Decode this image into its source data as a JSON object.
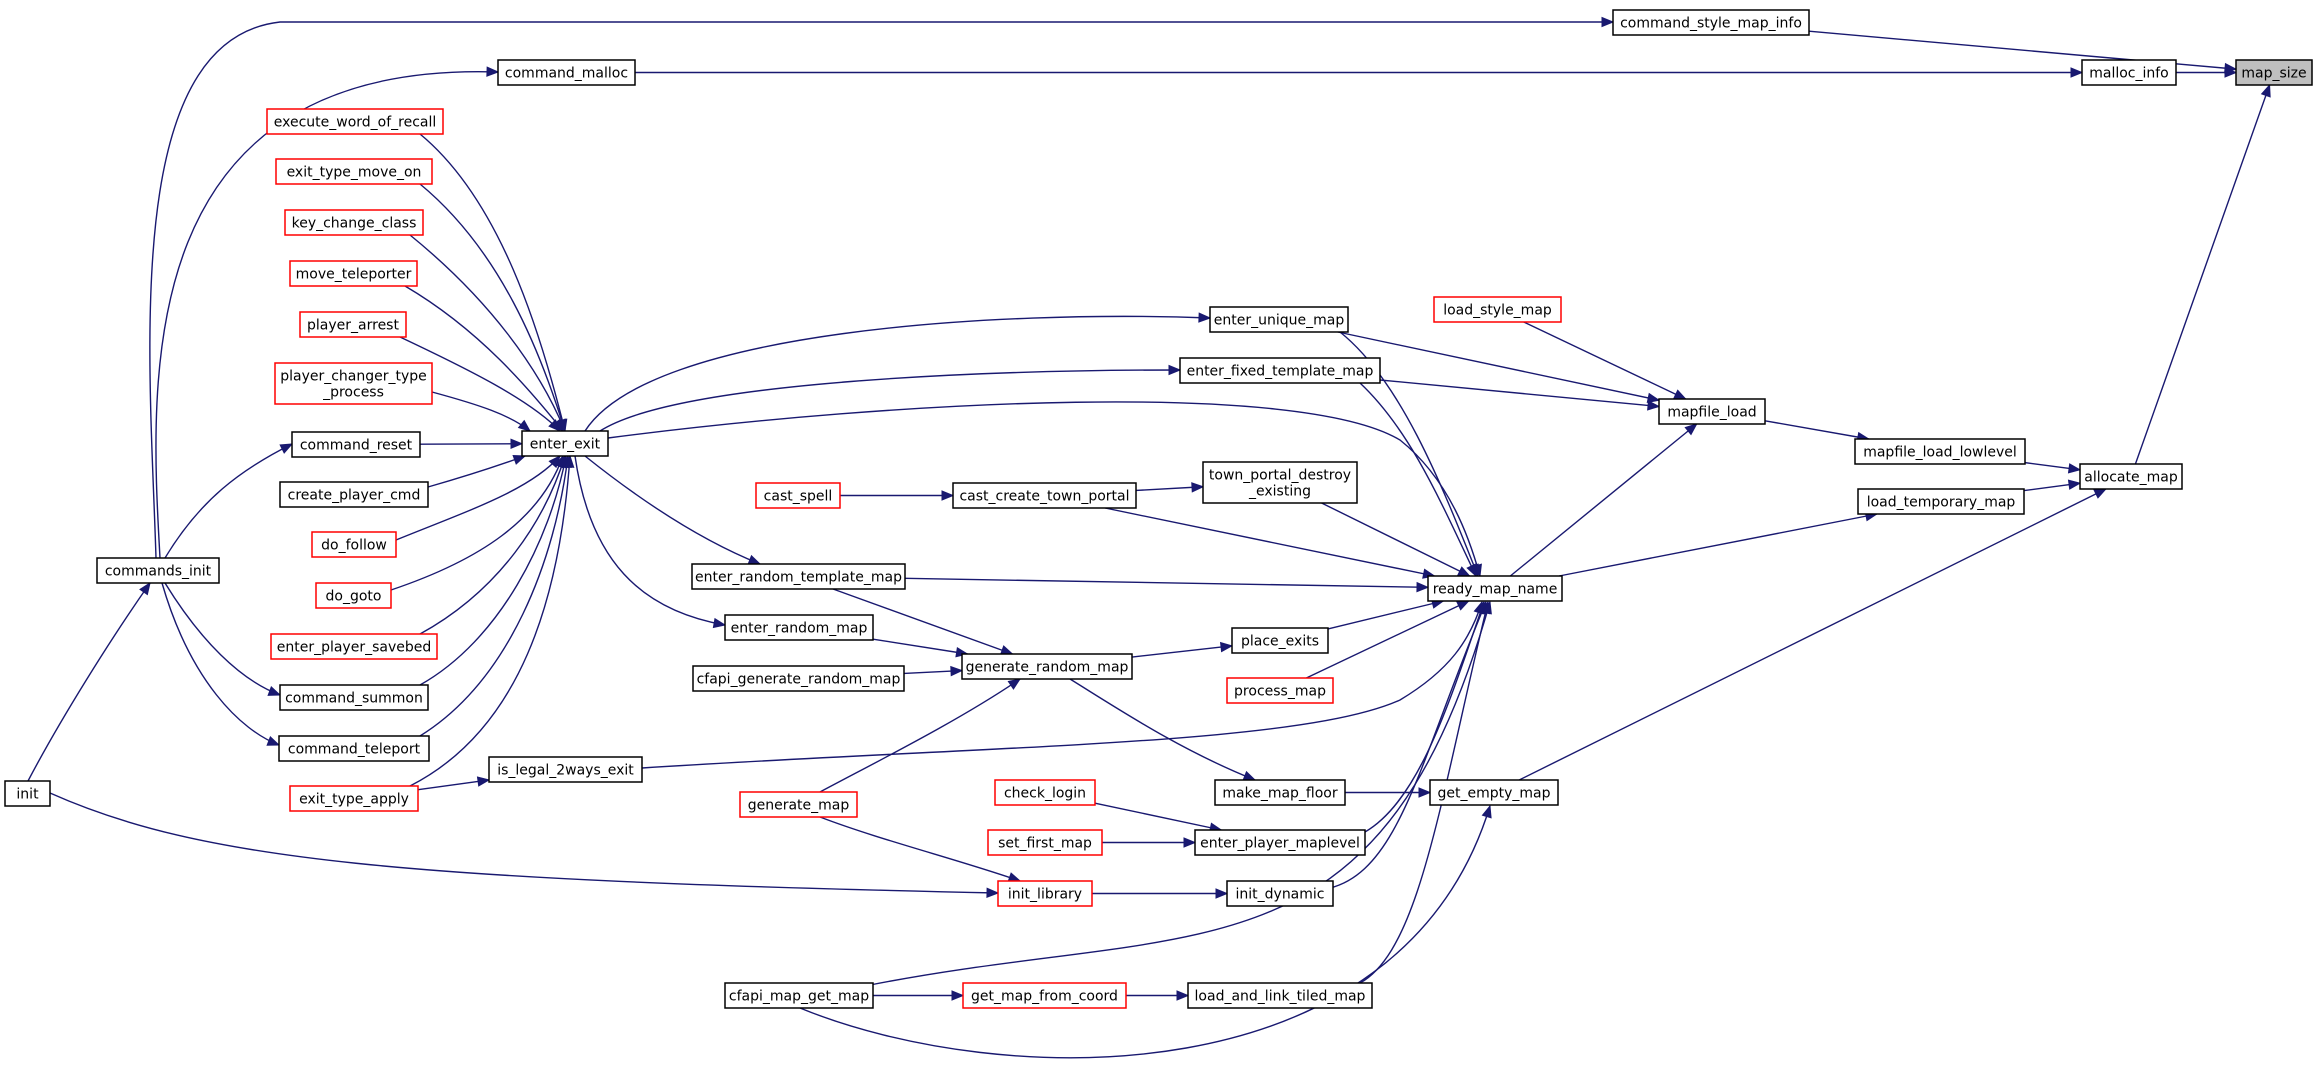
{
  "colors": {
    "edge": "#191970",
    "border_normal": "#000000",
    "border_truncated": "#ff0000",
    "fill_normal": "#ffffff",
    "fill_target": "#bfbfbf"
  },
  "nodes": [
    {
      "id": "map_size",
      "label": "map_size",
      "style": "target"
    },
    {
      "id": "command_style_map_info",
      "label": "command_style_map_info",
      "style": "normal"
    },
    {
      "id": "malloc_info",
      "label": "malloc_info",
      "style": "normal"
    },
    {
      "id": "command_malloc",
      "label": "command_malloc",
      "style": "normal"
    },
    {
      "id": "allocate_map",
      "label": "allocate_map",
      "style": "normal"
    },
    {
      "id": "mapfile_load_lowlevel",
      "label": "mapfile_load_lowlevel",
      "style": "normal"
    },
    {
      "id": "load_temporary_map",
      "label": "load_temporary_map",
      "style": "normal"
    },
    {
      "id": "get_empty_map",
      "label": "get_empty_map",
      "style": "normal"
    },
    {
      "id": "mapfile_load",
      "label": "mapfile_load",
      "style": "normal"
    },
    {
      "id": "load_style_map",
      "label": "load_style_map",
      "style": "truncated"
    },
    {
      "id": "ready_map_name",
      "label": "ready_map_name",
      "style": "normal"
    },
    {
      "id": "enter_unique_map",
      "label": "enter_unique_map",
      "style": "normal"
    },
    {
      "id": "enter_fixed_template_map",
      "label": "enter_fixed_template_map",
      "style": "normal"
    },
    {
      "id": "town_portal_destroy_existing",
      "label": [
        "town_portal_destroy",
        "_existing"
      ],
      "style": "normal"
    },
    {
      "id": "place_exits",
      "label": "place_exits",
      "style": "normal"
    },
    {
      "id": "process_map",
      "label": "process_map",
      "style": "truncated"
    },
    {
      "id": "make_map_floor",
      "label": "make_map_floor",
      "style": "normal"
    },
    {
      "id": "enter_player_maplevel",
      "label": "enter_player_maplevel",
      "style": "normal"
    },
    {
      "id": "init_dynamic",
      "label": "init_dynamic",
      "style": "normal"
    },
    {
      "id": "load_and_link_tiled_map",
      "label": "load_and_link_tiled_map",
      "style": "normal"
    },
    {
      "id": "cast_create_town_portal",
      "label": "cast_create_town_portal",
      "style": "normal"
    },
    {
      "id": "cast_spell",
      "label": "cast_spell",
      "style": "truncated"
    },
    {
      "id": "enter_random_template_map",
      "label": "enter_random_template_map",
      "style": "normal"
    },
    {
      "id": "enter_random_map",
      "label": "enter_random_map",
      "style": "normal"
    },
    {
      "id": "generate_random_map",
      "label": "generate_random_map",
      "style": "normal"
    },
    {
      "id": "cfapi_generate_random_map",
      "label": "cfapi_generate_random_map",
      "style": "normal"
    },
    {
      "id": "generate_map",
      "label": "generate_map",
      "style": "truncated"
    },
    {
      "id": "check_login",
      "label": "check_login",
      "style": "truncated"
    },
    {
      "id": "set_first_map",
      "label": "set_first_map",
      "style": "truncated"
    },
    {
      "id": "init_library",
      "label": "init_library",
      "style": "truncated"
    },
    {
      "id": "cfapi_map_get_map",
      "label": "cfapi_map_get_map",
      "style": "normal"
    },
    {
      "id": "get_map_from_coord",
      "label": "get_map_from_coord",
      "style": "truncated"
    },
    {
      "id": "enter_exit",
      "label": "enter_exit",
      "style": "normal"
    },
    {
      "id": "is_legal_2ways_exit",
      "label": "is_legal_2ways_exit",
      "style": "normal"
    },
    {
      "id": "execute_word_of_recall",
      "label": "execute_word_of_recall",
      "style": "truncated"
    },
    {
      "id": "exit_type_move_on",
      "label": "exit_type_move_on",
      "style": "truncated"
    },
    {
      "id": "key_change_class",
      "label": "key_change_class",
      "style": "truncated"
    },
    {
      "id": "move_teleporter",
      "label": "move_teleporter",
      "style": "truncated"
    },
    {
      "id": "player_arrest",
      "label": "player_arrest",
      "style": "truncated"
    },
    {
      "id": "player_changer_type_process",
      "label": [
        "player_changer_type",
        "_process"
      ],
      "style": "truncated"
    },
    {
      "id": "command_reset",
      "label": "command_reset",
      "style": "normal"
    },
    {
      "id": "create_player_cmd",
      "label": "create_player_cmd",
      "style": "normal"
    },
    {
      "id": "do_follow",
      "label": "do_follow",
      "style": "truncated"
    },
    {
      "id": "do_goto",
      "label": "do_goto",
      "style": "truncated"
    },
    {
      "id": "enter_player_savebed",
      "label": "enter_player_savebed",
      "style": "truncated"
    },
    {
      "id": "command_summon",
      "label": "command_summon",
      "style": "normal"
    },
    {
      "id": "command_teleport",
      "label": "command_teleport",
      "style": "normal"
    },
    {
      "id": "exit_type_apply",
      "label": "exit_type_apply",
      "style": "truncated"
    },
    {
      "id": "commands_init",
      "label": "commands_init",
      "style": "normal"
    },
    {
      "id": "init",
      "label": "init",
      "style": "normal"
    }
  ],
  "edges": [
    [
      "command_style_map_info",
      "map_size"
    ],
    [
      "malloc_info",
      "map_size"
    ],
    [
      "allocate_map",
      "map_size"
    ],
    [
      "command_malloc",
      "malloc_info"
    ],
    [
      "mapfile_load_lowlevel",
      "allocate_map"
    ],
    [
      "load_temporary_map",
      "allocate_map"
    ],
    [
      "get_empty_map",
      "allocate_map"
    ],
    [
      "mapfile_load",
      "mapfile_load_lowlevel"
    ],
    [
      "ready_map_name",
      "load_temporary_map"
    ],
    [
      "load_style_map",
      "mapfile_load"
    ],
    [
      "enter_unique_map",
      "mapfile_load"
    ],
    [
      "enter_fixed_template_map",
      "mapfile_load"
    ],
    [
      "ready_map_name",
      "mapfile_load"
    ],
    [
      "enter_exit",
      "enter_unique_map"
    ],
    [
      "enter_exit",
      "enter_fixed_template_map"
    ],
    [
      "enter_unique_map",
      "ready_map_name"
    ],
    [
      "enter_fixed_template_map",
      "ready_map_name"
    ],
    [
      "enter_exit",
      "ready_map_name"
    ],
    [
      "town_portal_destroy_existing",
      "ready_map_name"
    ],
    [
      "cast_create_town_portal",
      "ready_map_name"
    ],
    [
      "enter_random_template_map",
      "ready_map_name"
    ],
    [
      "place_exits",
      "ready_map_name"
    ],
    [
      "process_map",
      "ready_map_name"
    ],
    [
      "is_legal_2ways_exit",
      "ready_map_name"
    ],
    [
      "enter_player_maplevel",
      "ready_map_name"
    ],
    [
      "init_dynamic",
      "ready_map_name"
    ],
    [
      "load_and_link_tiled_map",
      "ready_map_name"
    ],
    [
      "cfapi_map_get_map",
      "ready_map_name"
    ],
    [
      "cast_spell",
      "cast_create_town_portal"
    ],
    [
      "cast_create_town_portal",
      "town_portal_destroy_existing"
    ],
    [
      "enter_exit",
      "enter_random_template_map"
    ],
    [
      "enter_exit",
      "enter_random_map"
    ],
    [
      "enter_random_template_map",
      "generate_random_map"
    ],
    [
      "enter_random_map",
      "generate_random_map"
    ],
    [
      "cfapi_generate_random_map",
      "generate_random_map"
    ],
    [
      "generate_map",
      "generate_random_map"
    ],
    [
      "generate_random_map",
      "place_exits"
    ],
    [
      "generate_random_map",
      "make_map_floor"
    ],
    [
      "make_map_floor",
      "get_empty_map"
    ],
    [
      "cfapi_map_get_map",
      "get_empty_map"
    ],
    [
      "check_login",
      "enter_player_maplevel"
    ],
    [
      "set_first_map",
      "enter_player_maplevel"
    ],
    [
      "generate_map",
      "init_library"
    ],
    [
      "init",
      "init_library"
    ],
    [
      "init_library",
      "init_dynamic"
    ],
    [
      "cfapi_map_get_map",
      "get_map_from_coord"
    ],
    [
      "get_map_from_coord",
      "load_and_link_tiled_map"
    ],
    [
      "exit_type_apply",
      "is_legal_2ways_exit"
    ],
    [
      "execute_word_of_recall",
      "enter_exit"
    ],
    [
      "exit_type_move_on",
      "enter_exit"
    ],
    [
      "key_change_class",
      "enter_exit"
    ],
    [
      "move_teleporter",
      "enter_exit"
    ],
    [
      "player_arrest",
      "enter_exit"
    ],
    [
      "player_changer_type_process",
      "enter_exit"
    ],
    [
      "command_reset",
      "enter_exit"
    ],
    [
      "create_player_cmd",
      "enter_exit"
    ],
    [
      "do_follow",
      "enter_exit"
    ],
    [
      "do_goto",
      "enter_exit"
    ],
    [
      "enter_player_savebed",
      "enter_exit"
    ],
    [
      "command_summon",
      "enter_exit"
    ],
    [
      "command_teleport",
      "enter_exit"
    ],
    [
      "exit_type_apply",
      "enter_exit"
    ],
    [
      "commands_init",
      "command_style_map_info"
    ],
    [
      "commands_init",
      "command_malloc"
    ],
    [
      "commands_init",
      "command_reset"
    ],
    [
      "commands_init",
      "command_summon"
    ],
    [
      "commands_init",
      "command_teleport"
    ],
    [
      "init",
      "commands_init"
    ]
  ]
}
